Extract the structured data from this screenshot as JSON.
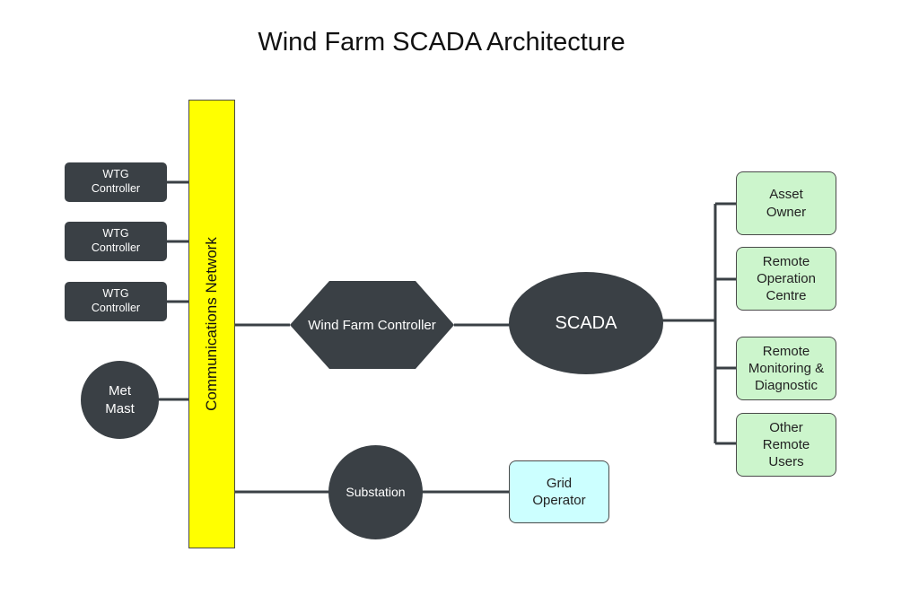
{
  "title": "Wind Farm SCADA Architecture",
  "communications_network": "Communications Network",
  "wtg_controllers": [
    {
      "label": "WTG\nController"
    },
    {
      "label": "WTG\nController"
    },
    {
      "label": "WTG\nController"
    }
  ],
  "met_mast": "Met\nMast",
  "wind_farm_controller": "Wind Farm Controller",
  "scada": "SCADA",
  "substation": "Substation",
  "grid_operator": "Grid\nOperator",
  "remote_users": [
    {
      "label": "Asset\nOwner"
    },
    {
      "label": "Remote\nOperation\nCentre"
    },
    {
      "label": "Remote\nMonitoring &\nDiagnostic"
    },
    {
      "label": "Other\nRemote\nUsers"
    }
  ],
  "colors": {
    "dark_node": "#3a4045",
    "network_bar": "#ffff00",
    "user_box": "#ccf5cc",
    "grid_box": "#ccffff",
    "connector": "#3a4045"
  }
}
